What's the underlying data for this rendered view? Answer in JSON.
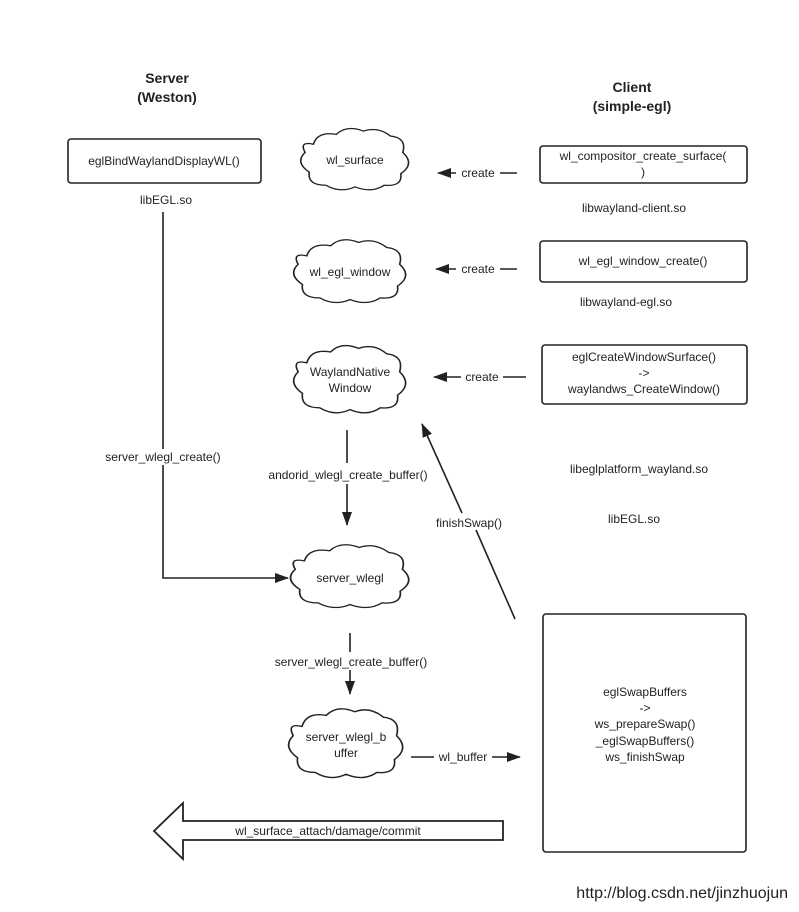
{
  "headers": {
    "server": {
      "line1": "Server",
      "line2": "(Weston)"
    },
    "client": {
      "line1": "Client",
      "line2": "(simple-egl)"
    }
  },
  "boxes": {
    "egl_bind": "eglBindWaylandDisplayWL()",
    "compositor_create": {
      "line1": "wl_compositor_create_surface(",
      "line2": ")"
    },
    "egl_window_create": "wl_egl_window_create()",
    "egl_create_window_surface": {
      "line1": "eglCreateWindowSurface()",
      "line2": "->",
      "line3": "waylandws_CreateWindow()"
    },
    "egl_swap_buffers": {
      "line1": "eglSwapBuffers",
      "line2": "->",
      "line3": "ws_prepareSwap()",
      "line4": "_eglSwapBuffers()",
      "line5": "ws_finishSwap"
    }
  },
  "clouds": {
    "wl_surface": "wl_surface",
    "wl_egl_window": "wl_egl_window",
    "wayland_native_window": {
      "line1": "WaylandNative",
      "line2": "Window"
    },
    "server_wlegl": "server_wlegl",
    "server_wlegl_buffer": {
      "line1": "server_wlegl_b",
      "line2": "uffer"
    }
  },
  "libraries": {
    "libegl_server": "libEGL.so",
    "libwayland_client": "libwayland-client.so",
    "libwayland_egl": "libwayland-egl.so",
    "libeglplatform_wayland": "libeglplatform_wayland.so",
    "libegl_client": "libEGL.so"
  },
  "edges": {
    "create_1": "create",
    "create_2": "create",
    "create_3": "create",
    "server_wlegl_create": "server_wlegl_create()",
    "andorid_create_buffer": "andorid_wlegl_create_buffer()",
    "finish_swap": "finishSwap()",
    "server_create_buffer": "server_wlegl_create_buffer()",
    "wl_buffer": "wl_buffer",
    "surface_attach": "wl_surface_attach/damage/commit"
  },
  "watermark": "http://blog.csdn.net/jinzhuojun"
}
